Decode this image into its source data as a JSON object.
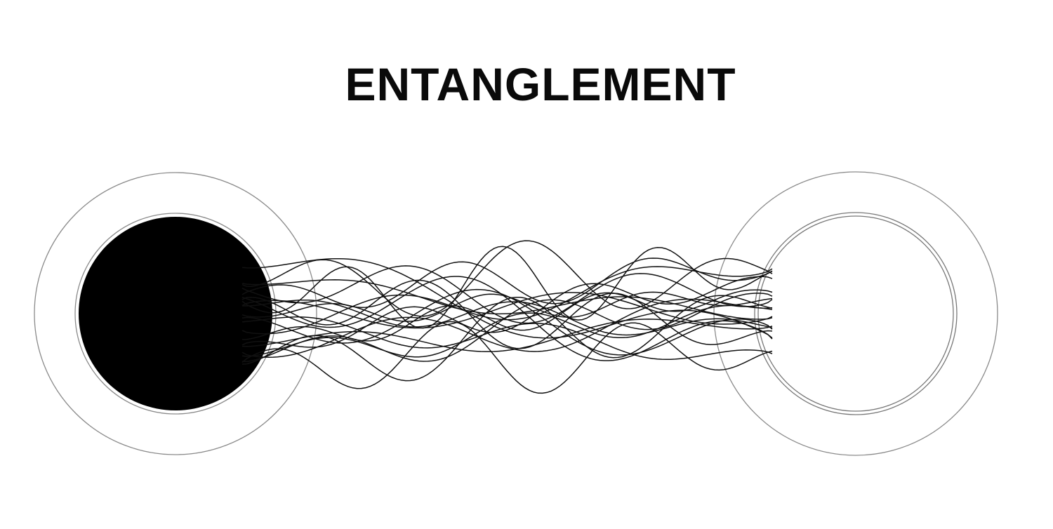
{
  "title": "ENTANGLEMENT",
  "colors": {
    "particle_filled": "#000000",
    "ring": "#8a8a8a",
    "strand": "#111111",
    "background": "#ffffff"
  },
  "particles": [
    {
      "name": "left-particle",
      "state": "filled"
    },
    {
      "name": "right-particle",
      "state": "empty"
    }
  ]
}
